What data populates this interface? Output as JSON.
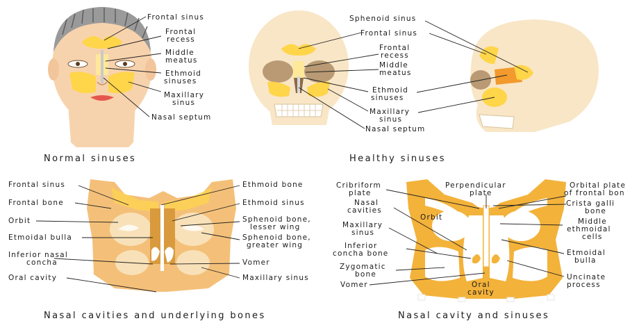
{
  "panels": {
    "normal": {
      "caption": "Normal sinuses",
      "labels": [
        "Frontal sinus",
        "Frontal",
        "recess",
        "Middle",
        "meatus",
        "Ethmoid",
        "sinuses",
        "Maxillary",
        "sinus",
        "Nasal septum"
      ]
    },
    "healthy": {
      "caption": "Healthy sinuses",
      "labels": [
        "Sphenoid sinus",
        "Frontal sinus",
        "Frontal",
        "recess",
        "Middle",
        "meatus",
        "Ethmoid",
        "sinuses",
        "Maxillary",
        "sinus",
        "Nasal septum"
      ]
    },
    "cavities": {
      "caption": "Nasal cavities and underlying bones",
      "left_labels": [
        "Frontal sinus",
        "Frontal bone",
        "Orbit",
        "Etmoidal bulla",
        "Inferior nasal",
        "concha",
        "Oral cavity"
      ],
      "right_labels": [
        "Ethmoid bone",
        "Ethmoid sinus",
        "Sphenoid bone,",
        "lesser wing",
        "Sphenoid bone,",
        "greater wing",
        "Vomer",
        "Maxillary sinus"
      ]
    },
    "nasal": {
      "caption": "Nasal cavity and sinuses",
      "left_labels": [
        "Cribriform",
        "plate",
        "Nasal",
        "cavities",
        "Maxillary",
        "sinus",
        "Inferior",
        "concha bone",
        "Zygomatic",
        "bone",
        "Vomer"
      ],
      "center_labels": [
        "Perpendicular",
        "plate",
        "Orbit",
        "Oral",
        "cavity"
      ],
      "right_labels": [
        "Orbital plate",
        "of frontal bon",
        "Crista galli",
        "bone",
        "Middle",
        "ethmoidal",
        "cells",
        "Etmoidal",
        "bulla",
        "Uncinate",
        "process"
      ]
    }
  },
  "colors": {
    "bone": "#f4c079",
    "sinus": "#ffd54a",
    "skin": "#f7d3ad",
    "hair": "#9a9a9a",
    "orbit": "#b99a74"
  }
}
